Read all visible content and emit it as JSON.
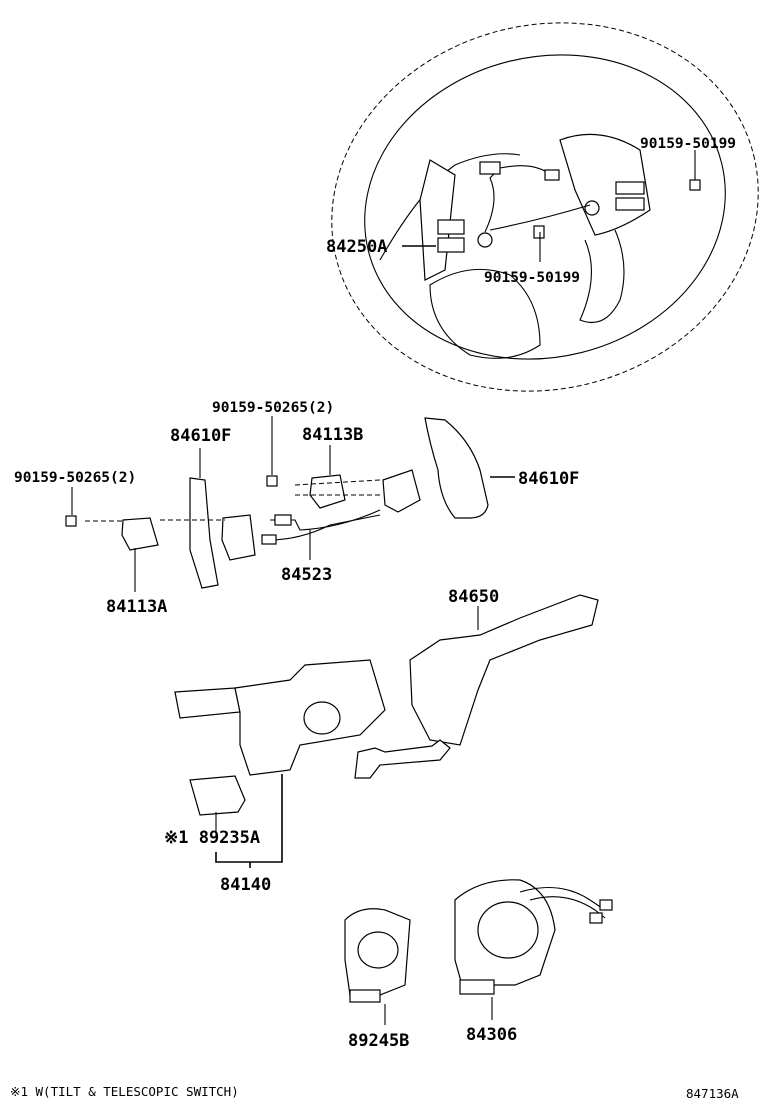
{
  "diagram": {
    "labels": {
      "steering_wheel": "84250A",
      "bolt_right": "90159-50199",
      "bolt_center": "90159-50199",
      "bolt_left_pad": "90159-50265(2)",
      "bolt_mid_pad": "90159-50265(2)",
      "paddle_left": "84610F",
      "paddle_right": "84610F",
      "bracket_b": "84113B",
      "bracket_a": "84113A",
      "harness": "84523",
      "wiper_switch": "84650",
      "tilt_switch": "※1 89235A",
      "combination_switch": "84140",
      "sensor": "89245B",
      "spiral_cable": "84306"
    },
    "footnote": "※1 W(TILT & TELESCOPIC SWITCH)",
    "figure_code": "847136A"
  }
}
